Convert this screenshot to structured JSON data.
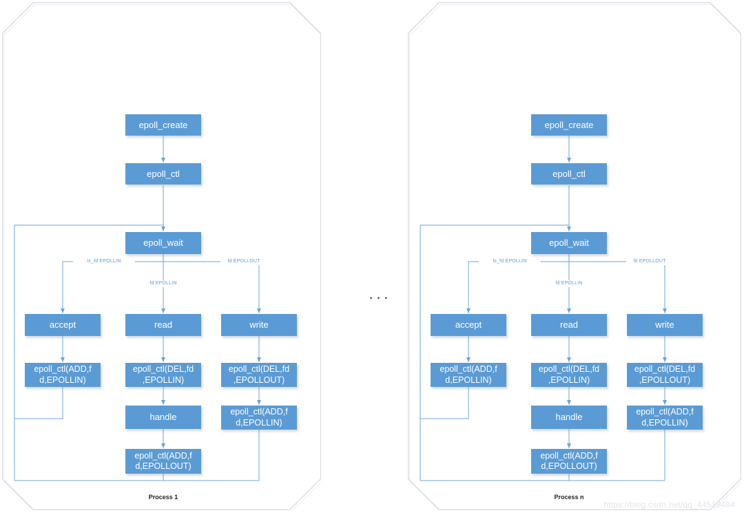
{
  "diagram": {
    "ellipsis": ". . .",
    "watermark": "https://blog.csdn.net/qq_44519484",
    "colors": {
      "node_fill": "#5b9bd5",
      "node_text": "#ffffff",
      "connector": "#5b9bd5",
      "frame_border": "#d8dbe4",
      "edge_label_text": "#5b9bd5",
      "process_label_text": "#1f1f1f"
    },
    "nodes": {
      "epoll_create": "epoll_create",
      "epoll_ctl": "epoll_ctl",
      "epoll_wait": "epoll_wait",
      "accept": "accept",
      "read": "read",
      "write": "write",
      "accept_epoll_ctl": "epoll_ctl(ADD,f\nd,EPOLLIN)",
      "read_epoll_ctl": "epoll_ctl(DEL,fd\n,EPOLLIN)",
      "write_epoll_ctl": "epoll_ctl(DEL,fd\n,EPOLLOUT)",
      "handle": "handle",
      "handle_epoll_ctl": "epoll_ctl(ADD,f\nd,EPOLLOUT)",
      "write_add_epoll_ctl": "epoll_ctl(ADD,f\nd,EPOLLIN)"
    },
    "edge_labels": {
      "listen_branch": "ls_fd  EPOLLIN",
      "read_branch": "fd EPOLLIN",
      "write_branch": "fd EPOLLOUT"
    },
    "processes": [
      {
        "label": "Process 1"
      },
      {
        "label": "Process n"
      }
    ]
  }
}
